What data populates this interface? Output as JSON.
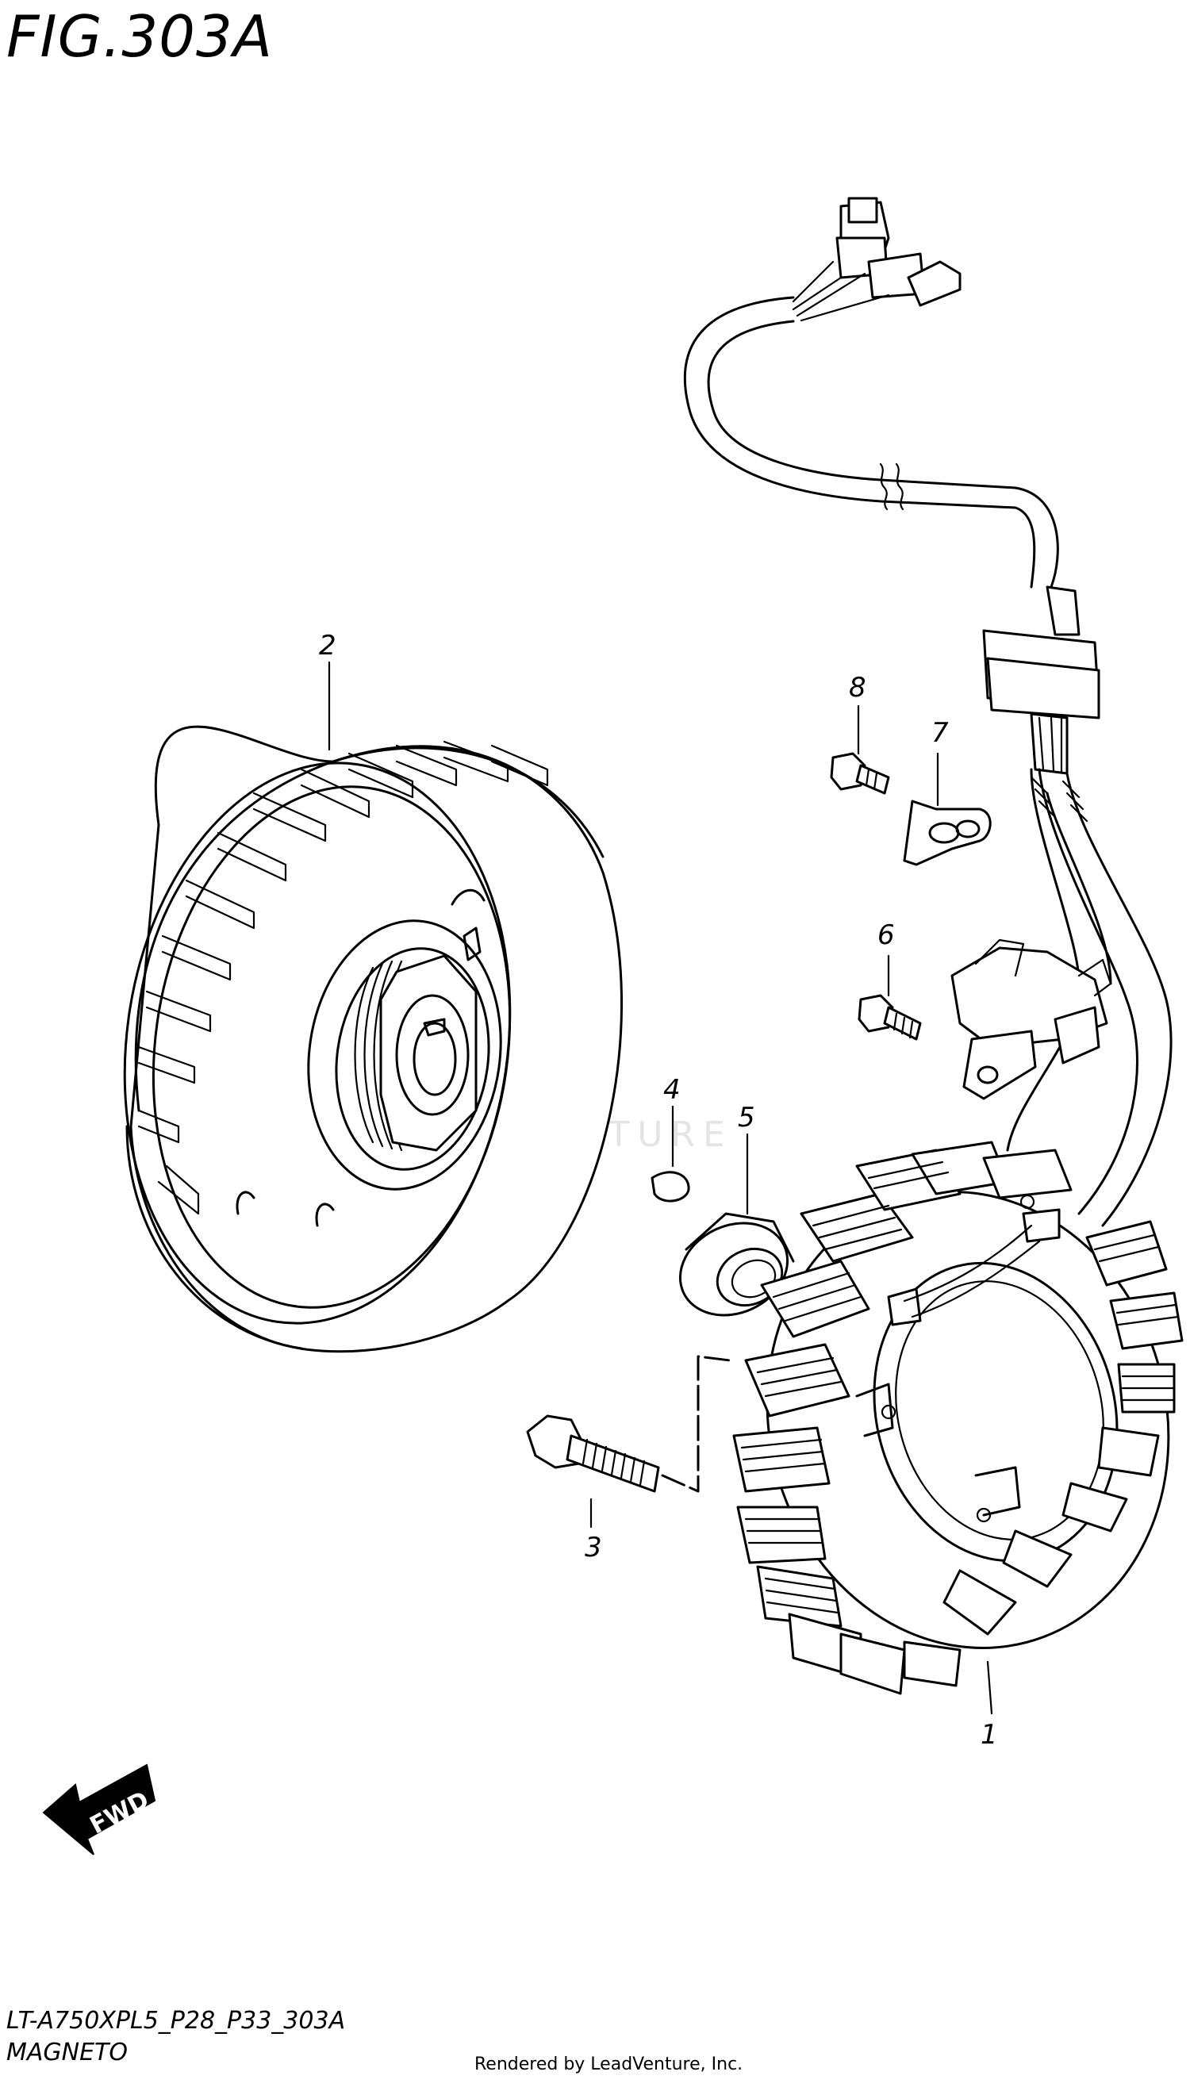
{
  "figure": {
    "title": "FIG.303A",
    "model_code": "LT-A750XPL5_P28_P33_303A",
    "section_name": "MAGNETO",
    "credit": "Rendered by LeadVenture, Inc.",
    "watermark": "LEADVENTURE"
  },
  "callouts": [
    {
      "id": "1",
      "label": "1"
    },
    {
      "id": "2",
      "label": "2"
    },
    {
      "id": "3",
      "label": "3"
    },
    {
      "id": "4",
      "label": "4"
    },
    {
      "id": "5",
      "label": "5"
    },
    {
      "id": "6",
      "label": "6"
    },
    {
      "id": "7",
      "label": "7"
    },
    {
      "id": "8",
      "label": "8"
    }
  ],
  "direction_arrow": {
    "label": "FWD"
  },
  "colors": {
    "ink": "#000000",
    "paper": "#ffffff",
    "watermark": "#e4e4e4"
  }
}
